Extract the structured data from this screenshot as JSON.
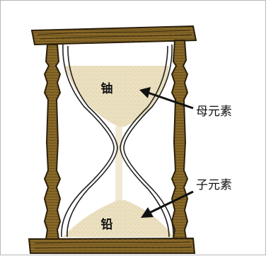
{
  "diagram": {
    "top_element_label": "铀",
    "bottom_element_label": "铅",
    "parent_label": "母元素",
    "daughter_label": "子元素"
  },
  "colors": {
    "wood": "#8a6a28",
    "wood_dark": "#3a2a10",
    "sand": "#eadfbd",
    "glass_outline": "#222222"
  }
}
